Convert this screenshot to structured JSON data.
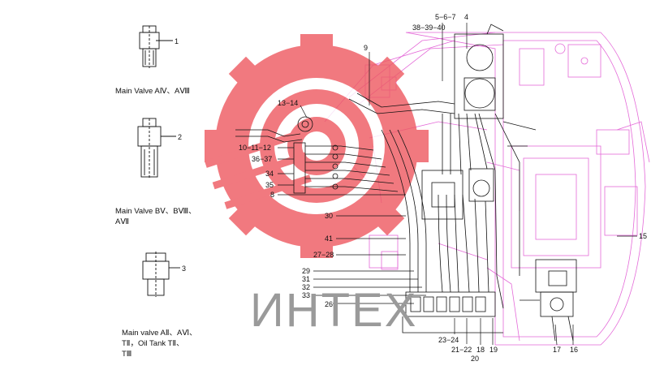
{
  "captions": {
    "valve1": "Main Valve AⅣ、AⅧ",
    "valve2_line1": "Main Valve BⅤ、BⅧ、",
    "valve2_line2": "AⅦ",
    "valve3_line1": "Main valve AⅡ、AⅥ、",
    "valve3_line2": "TⅡ，Oil Tank TⅡ、",
    "valve3_line3": "TⅢ"
  },
  "fitting_numbers": [
    "1",
    "2",
    "3"
  ],
  "part_labels": {
    "l5_6_7": "5−6−7",
    "l4": "4",
    "l38_39_40": "38−39−40",
    "l9": "9",
    "l13_14": "13−14",
    "l10_11_12": "10−11−12",
    "l36_37": "36−37",
    "l34": "34",
    "l35": "35",
    "l8": "8",
    "l30": "30",
    "l41": "41",
    "l27_28": "27−28",
    "l29": "29",
    "l31": "31",
    "l32": "32",
    "l33": "33",
    "l26": "26",
    "l15": "15",
    "l23_24": "23−24",
    "l21_22": "21−22",
    "l18": "18",
    "l19": "19",
    "l20": "20",
    "l17": "17",
    "l16": "16"
  },
  "watermark": "ИНТЕХ",
  "colors": {
    "logo_red": "#ee5c64",
    "background_drawing": "#e46ad8",
    "ink": "#111111",
    "watermark": "#9a9a9a"
  }
}
